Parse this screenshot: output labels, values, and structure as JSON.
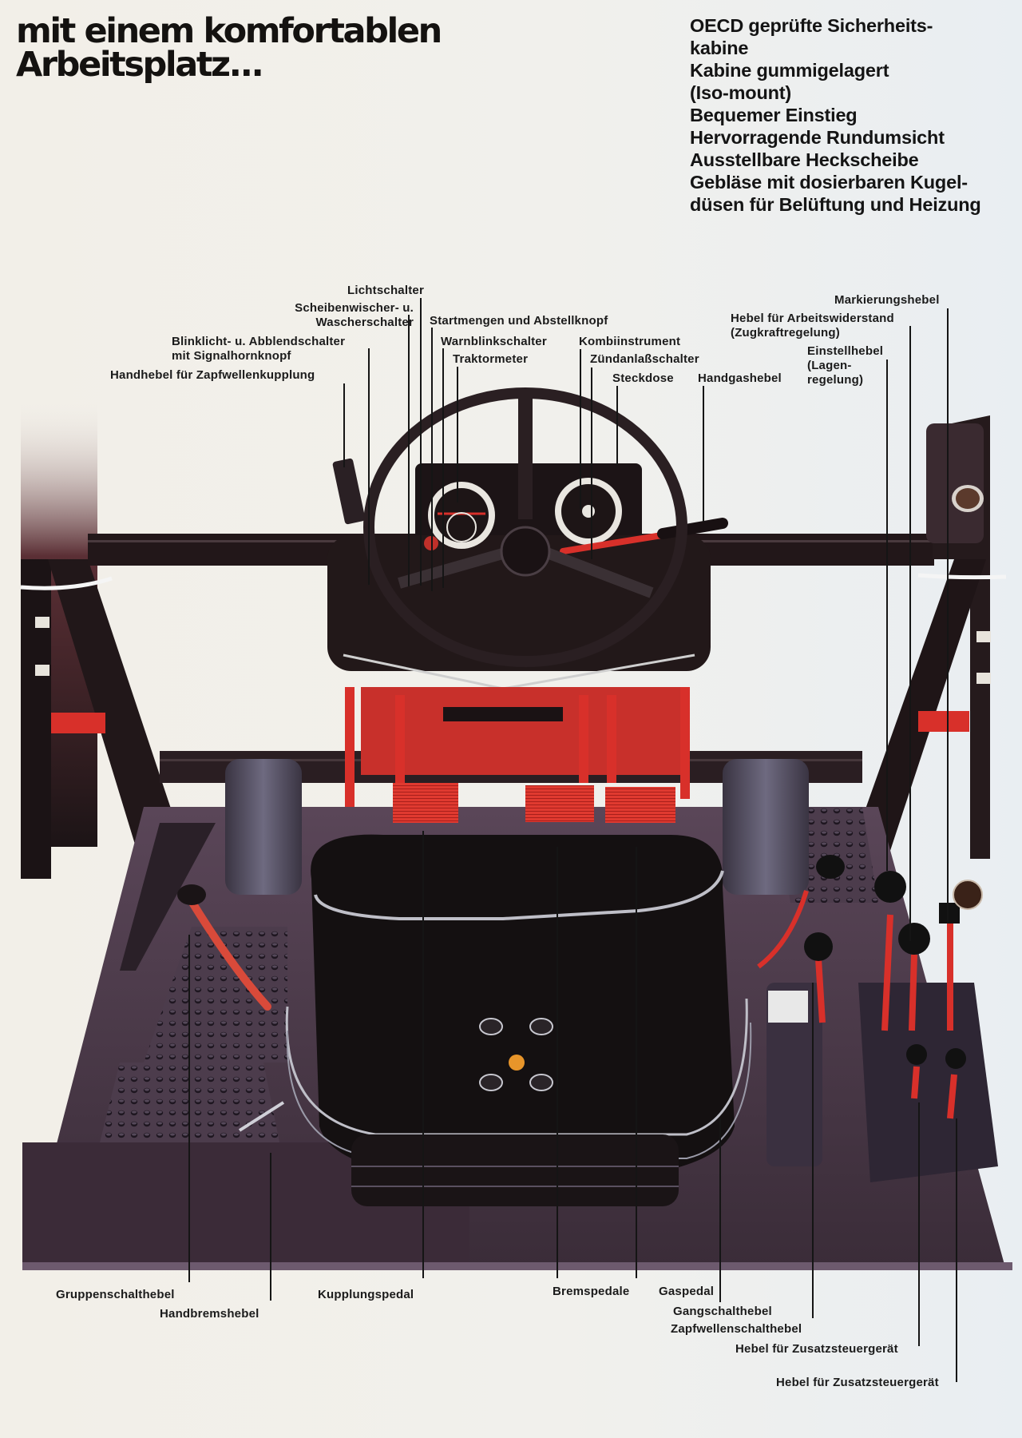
{
  "headline": {
    "line1": "mit einem komfortablen",
    "line2": "Arbeitsplatz..."
  },
  "features": [
    "OECD geprüfte Sicherheits-",
    "kabine",
    "Kabine gummigelagert",
    "(Iso-mount)",
    "Bequemer Einstieg",
    "Hervorragende Rundumsicht",
    "Ausstellbare Heckscheibe",
    "Gebläse mit dosierbaren Kugel-",
    "düsen für Belüftung und Heizung"
  ],
  "top_labels": {
    "lichtschalter": "Lichtschalter",
    "scheibenwischer_1": "Scheibenwischer- u.",
    "scheibenwischer_2": "Wascherschalter",
    "blinklicht_1": "Blinklicht- u. Abblendschalter",
    "blinklicht_2": "mit Signalhornknopf",
    "handhebel_zapfwelle": "Handhebel für Zapfwellenkupplung",
    "startmengen": "Startmengen und Abstellknopf",
    "warnblink": "Warnblinkschalter",
    "traktormeter": "Traktormeter",
    "kombiinstrument": "Kombiinstrument",
    "zuendanlass": "Zündanlaßschalter",
    "steckdose": "Steckdose",
    "handgashebel": "Handgashebel",
    "markierungshebel": "Markierungshebel",
    "arbeitswiderstand_1": "Hebel für Arbeitswiderstand",
    "arbeitswiderstand_2": "(Zugkraftregelung)",
    "einstellhebel_1": "Einstellhebel",
    "einstellhebel_2": "(Lagen-",
    "einstellhebel_3": "regelung)"
  },
  "bottom_labels": {
    "gruppenschalthebel": "Gruppenschalthebel",
    "handbremshebel": "Handbremshebel",
    "kupplungspedal": "Kupplungspedal",
    "bremspedale": "Bremspedale",
    "gaspedal": "Gaspedal",
    "gangschalthebel": "Gangschalthebel",
    "zapfwellenschalthebel": "Zapfwellenschalthebel",
    "zusatzsteuergeraet_1": "Hebel für Zusatzsteuergerät",
    "zusatzsteuergeraet_2": "Hebel für Zusatzsteuergerät"
  },
  "colors": {
    "cab_dark": "#1e1517",
    "tractor_red": "#d8302a",
    "floor_purple": "#4a3a48",
    "paper": "#f1efe9"
  }
}
